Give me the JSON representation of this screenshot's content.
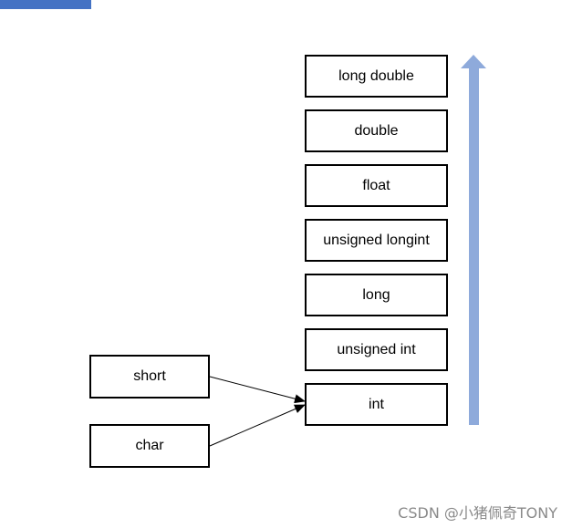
{
  "colors": {
    "accent_bar": "#4472c4",
    "rank_arrow": "#8eaadb",
    "box_border": "#000000",
    "watermark": "#8a8a8a"
  },
  "diagram": {
    "type_stack": [
      "long double",
      "double",
      "float",
      "unsigned longint",
      "long",
      "unsigned int",
      "int"
    ],
    "promoted": {
      "short": "short",
      "char": "char"
    },
    "connections": [
      {
        "from": "short",
        "to": "int"
      },
      {
        "from": "char",
        "to": "int"
      }
    ],
    "rank_arrow_direction": "up"
  },
  "watermark": "CSDN @小猪佩奇TONY"
}
